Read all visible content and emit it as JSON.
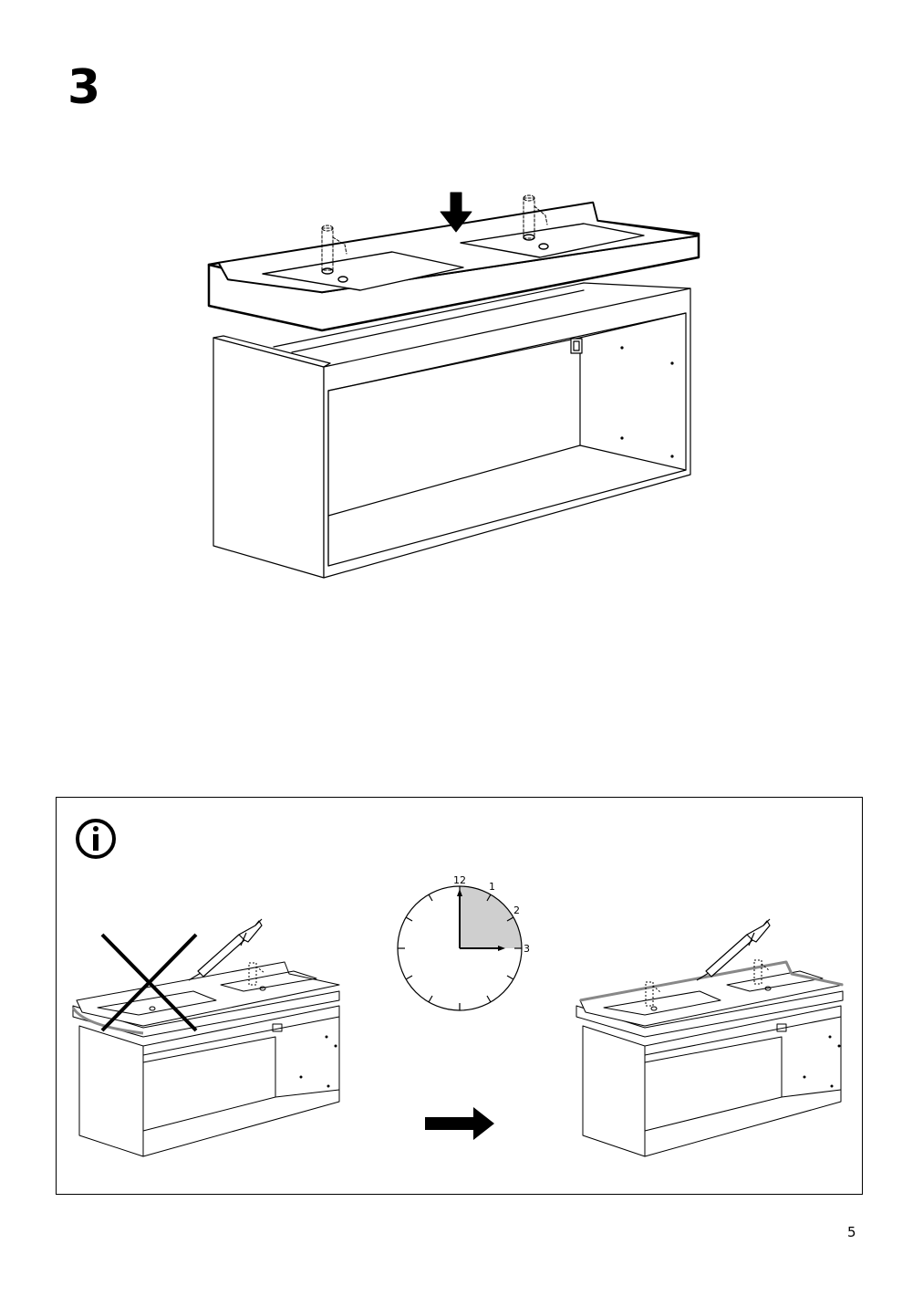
{
  "step": {
    "number": "3"
  },
  "info_panel": {
    "icon": "info-circle-icon",
    "clock": {
      "labels": [
        "12",
        "1",
        "2",
        "3"
      ],
      "shaded_fraction": 0.25,
      "shade_color": "#cfcfcf"
    },
    "arrow_icon": "right-arrow-icon",
    "incorrect_icon": "cross-out-icon"
  },
  "footer": {
    "page_number": "5"
  }
}
